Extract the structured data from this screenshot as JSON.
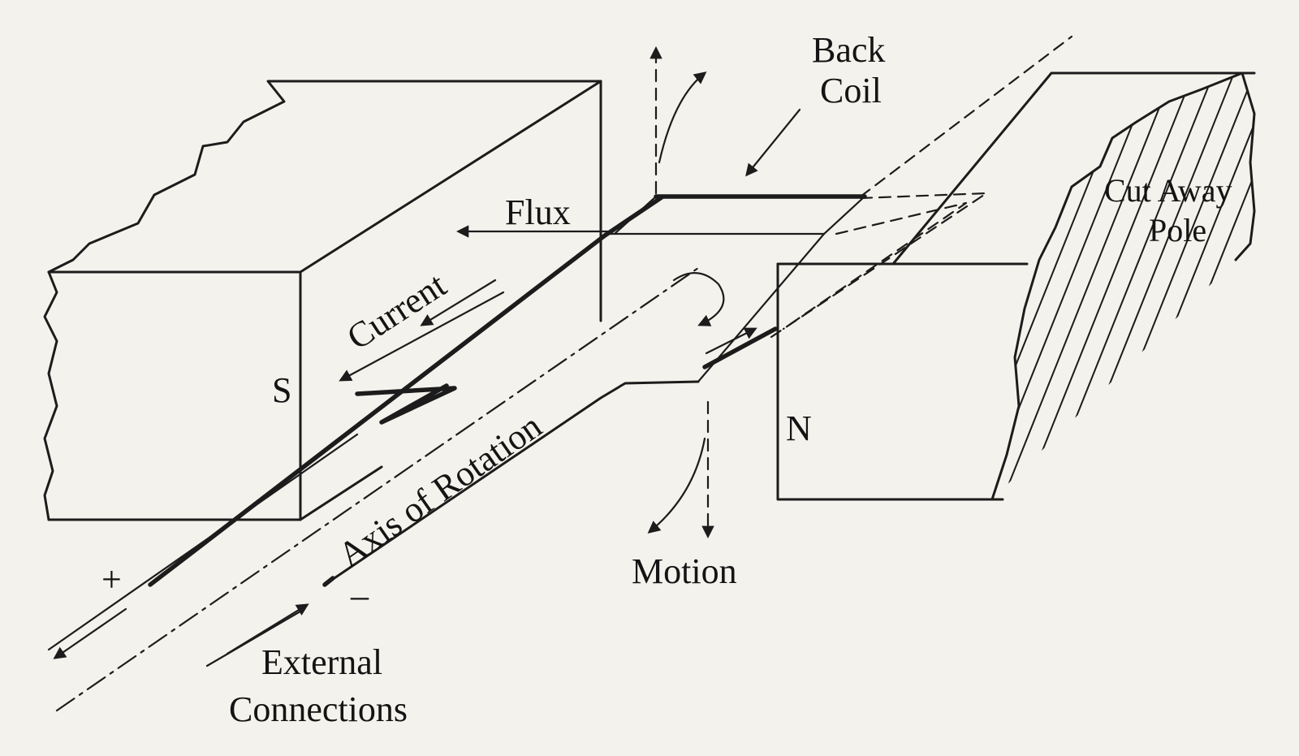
{
  "labels": {
    "back_coil_line1": "Back",
    "back_coil_line2": "Coil",
    "cut_away_line1": "Cut Away",
    "cut_away_line2": "Pole",
    "flux": "Flux",
    "current": "Current",
    "south": "S",
    "north": "N",
    "axis": "Axis of Rotation",
    "motion": "Motion",
    "plus": "+",
    "minus": "–",
    "external_line1": "External",
    "external_line2": "Connections"
  },
  "colors": {
    "ink": "#1c1c1c",
    "paper": "#f4f2ec"
  }
}
